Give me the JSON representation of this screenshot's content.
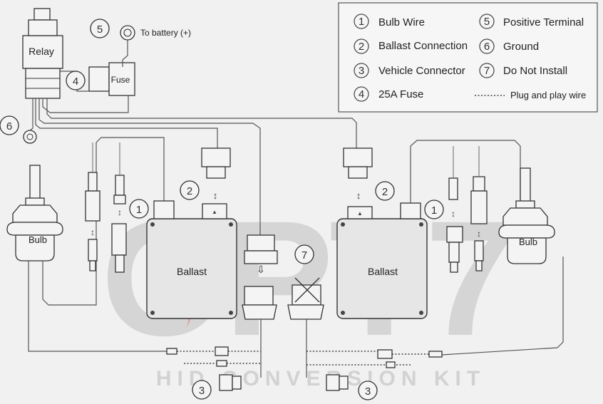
{
  "legend": {
    "items": [
      {
        "num": "1",
        "text": "Bulb Wire"
      },
      {
        "num": "2",
        "text": "Ballast Connection"
      },
      {
        "num": "3",
        "text": "Vehicle Connector"
      },
      {
        "num": "4",
        "text": "25A Fuse"
      },
      {
        "num": "5",
        "text": "Positive Terminal"
      },
      {
        "num": "6",
        "text": "Ground"
      },
      {
        "num": "7",
        "text": "Do Not Install"
      }
    ],
    "dotted_label": "Plug and play wire"
  },
  "labels": {
    "relay": "Relay",
    "fuse": "Fuse",
    "battery": "To battery (+)",
    "bulb": "Bulb",
    "ballast": "Ballast",
    "arrow": "⇩"
  },
  "callouts": {
    "n1": "1",
    "n2": "2",
    "n3": "3",
    "n4": "4",
    "n5": "5",
    "n6": "6",
    "n7": "7"
  },
  "watermark": {
    "logo": "OPT7",
    "subtitle": "HID CONVERSION KIT"
  },
  "colors": {
    "wire": "#555555",
    "watermark": "#c9c9c9",
    "bolt": "#e03030"
  }
}
